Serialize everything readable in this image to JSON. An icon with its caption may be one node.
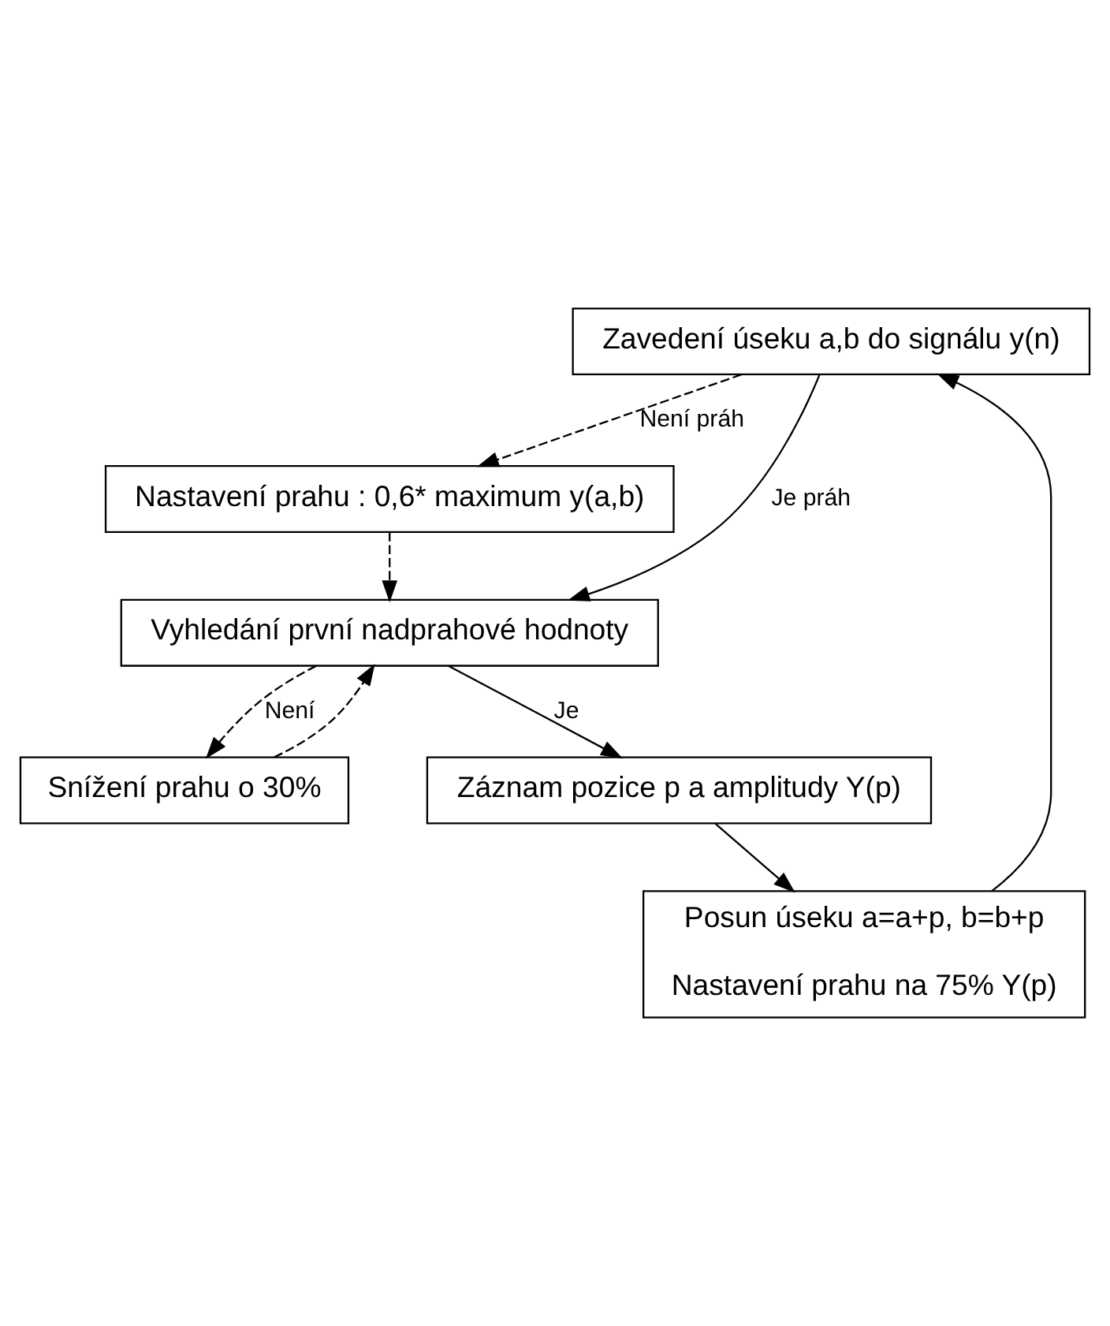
{
  "diagram": {
    "nodes": [
      {
        "text": [
          "Zavedení úseku a,b do signálu y(n)"
        ]
      },
      {
        "text": [
          "Nastavení prahu : 0,6* maximum y(a,b)"
        ]
      },
      {
        "text": [
          "Vyhledání první nadprahové hodnoty"
        ]
      },
      {
        "text": [
          "Snížení prahu o 30%"
        ]
      },
      {
        "text": [
          "Záznam pozice p a amplitudy Y(p)"
        ]
      },
      {
        "text": [
          "Posun úseku a=a+p, b=b+p",
          "Nastavení prahu na 75% Y(p)"
        ]
      }
    ],
    "edges": [
      {
        "from": 0,
        "to": 2,
        "arrow": "to",
        "label": "Je práh"
      },
      {
        "from": 0,
        "to": 1,
        "arrow": "to",
        "label": "Není práh",
        "style": "dashed"
      },
      {
        "from": 1,
        "to": 2,
        "arrow": "to",
        "style": "dashed"
      },
      {
        "from": 2,
        "to": 3,
        "arrow": "to",
        "label": "Není",
        "style": "dashed"
      },
      {
        "from": 3,
        "to": 2,
        "arrow": "to",
        "style": "dashed"
      },
      {
        "from": 2,
        "to": 4,
        "arrow": "to",
        "label": "Je"
      },
      {
        "from": 4,
        "to": 5,
        "arrow": "to"
      },
      {
        "from": 5,
        "to": 0,
        "arrow": "to"
      }
    ]
  }
}
